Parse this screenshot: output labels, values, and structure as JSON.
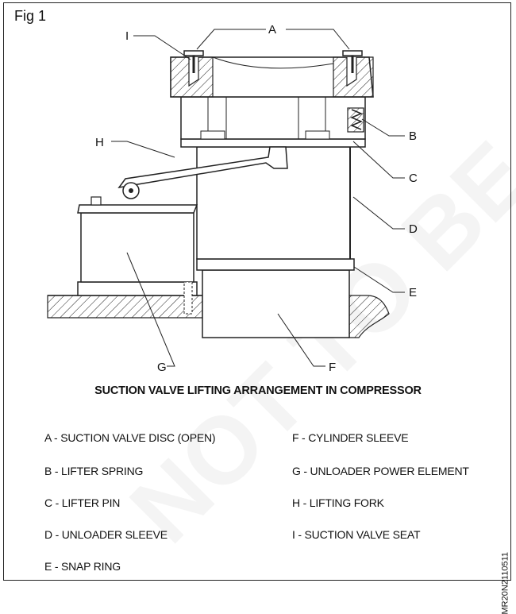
{
  "figure": {
    "label": "Fig 1",
    "caption": "SUCTION VALVE LIFTING ARRANGEMENT IN COMPRESSOR",
    "code": "MR20N2110511"
  },
  "callouts": [
    "A",
    "B",
    "C",
    "D",
    "E",
    "F",
    "G",
    "H",
    "I"
  ],
  "legend": [
    "A - SUCTION VALVE DISC (OPEN)",
    "B - LIFTER SPRING",
    "C - LIFTER PIN",
    "D - UNLOADER SLEEVE",
    "E - SNAP RING",
    "F - CYLINDER SLEEVE",
    "G - UNLOADER POWER ELEMENT",
    "H - LIFTING FORK",
    "I - SUCTION VALVE SEAT"
  ],
  "watermark": "NOT TO BE ©  NIMI"
}
